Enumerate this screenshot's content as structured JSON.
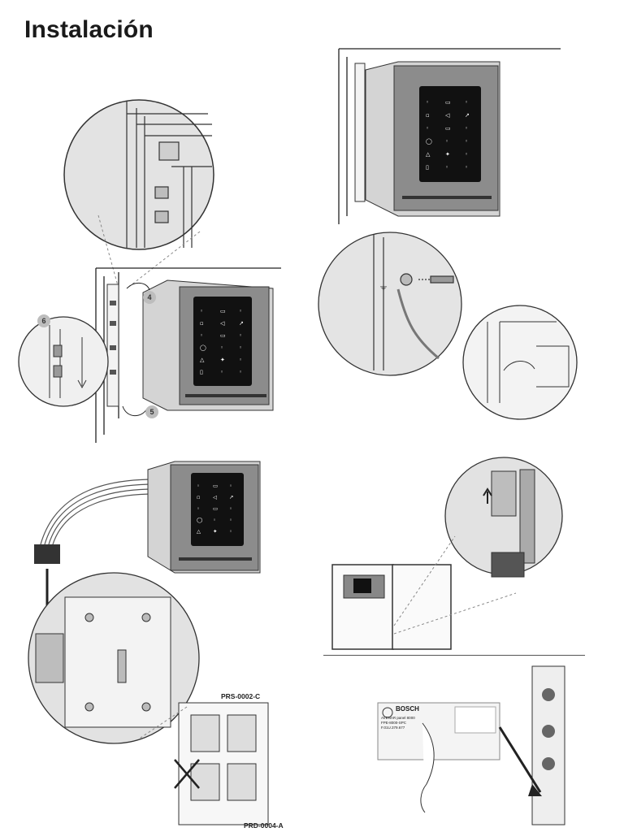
{
  "page": {
    "title": "Instalación"
  },
  "steps": {
    "a": "4",
    "b": "5",
    "c": "6"
  },
  "labels": {
    "prs": "PRS-0002-C",
    "prd": "PRD-0004-A"
  },
  "sticker": {
    "brand": "BOSCH",
    "line1": "AVENAR panel 8000",
    "line2": "FPE-8000-SPC",
    "line3": "F.01U.379.677"
  }
}
